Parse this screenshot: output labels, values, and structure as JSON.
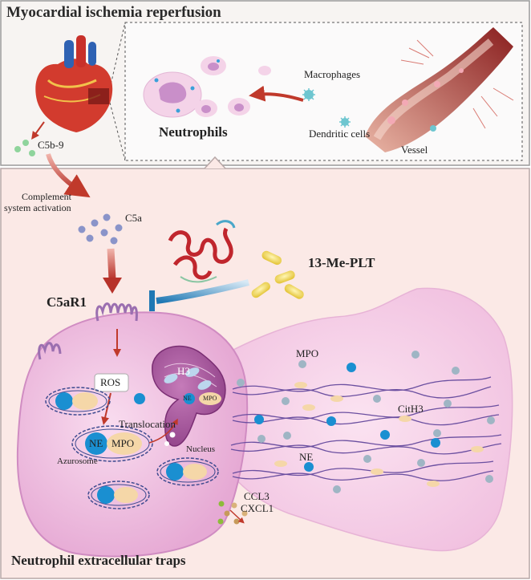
{
  "header": {
    "title": "Myocardial ischemia reperfusion"
  },
  "top_panel": {
    "neutrophils": "Neutrophils",
    "macrophages": "Macrophages",
    "dendritic_cells": "Dendritic cells",
    "vessel": "Vessel",
    "c5b9": "C5b-9"
  },
  "middle": {
    "complement_line1": "Complement",
    "complement_line2": "system activation",
    "c5a": "C5a",
    "drug": "13-Me-PLT",
    "receptor": "C5aR1"
  },
  "cell": {
    "ros": "ROS",
    "h3": "H3",
    "ne_small": "NE",
    "mpo_small": "MPO",
    "translocation": "Translocation",
    "nucleus": "Nucleus",
    "ne": "NE",
    "mpo": "MPO",
    "azurosome": "Azurosome",
    "ccl3": "CCL3",
    "cxcl1": "CXCL1"
  },
  "net": {
    "mpo": "MPO",
    "cith3": "CitH3",
    "ne": "NE"
  },
  "footer": {
    "title": "Neutrophil extracellular traps"
  },
  "colors": {
    "top_bg": "#f7f4f2",
    "bottom_bg": "#fbe9e6",
    "arrow_red": "#c0392b",
    "inhibit_blue": "#2e86c1",
    "ne_blue": "#1a8fd1",
    "mpo_tan": "#f5d7a8",
    "membrane": "#c98fc9"
  }
}
